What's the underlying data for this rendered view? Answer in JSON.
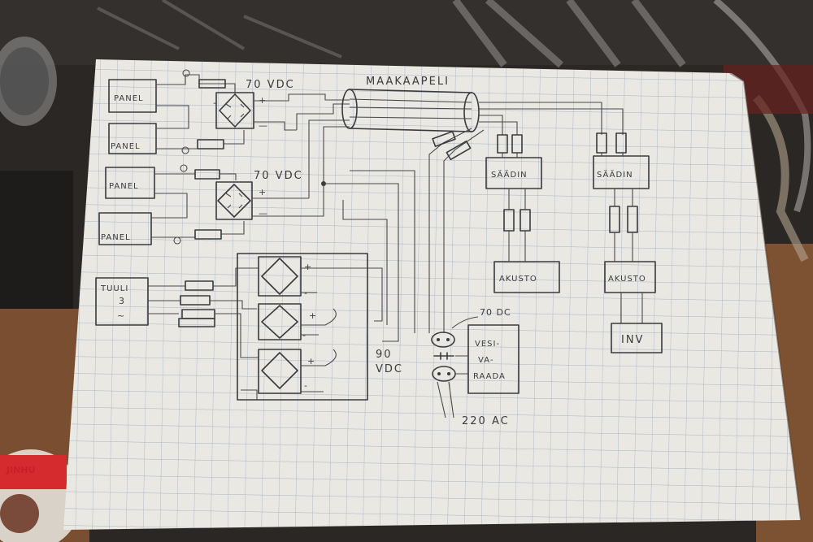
{
  "panels": [
    "PANEL",
    "PANEL",
    "PANEL",
    "PANEL"
  ],
  "wind": {
    "label": "TUULI",
    "number": "3",
    "symbol": "~"
  },
  "top_voltage": "70 VDC",
  "mid_voltage": "70 VDC",
  "rect_voltage": {
    "value": "90",
    "unit": "VDC"
  },
  "cable": "MAAKAAPELI",
  "regulators": [
    "SÄÄDIN",
    "SÄÄDIN"
  ],
  "batteries": [
    "AKUSTO",
    "AKUSTO"
  ],
  "inverter": "INV",
  "heater": {
    "lines": [
      "VESI-",
      "VA-",
      "RAADA"
    ],
    "voltage": "70 DC"
  },
  "mains": "220 AC",
  "tape": {
    "brand": "JINHU"
  },
  "colors": {
    "paper": "#e9e8e3",
    "grid": "#a9b4c6",
    "ink": "#3a3a3c",
    "bench": "#8a5a38"
  }
}
